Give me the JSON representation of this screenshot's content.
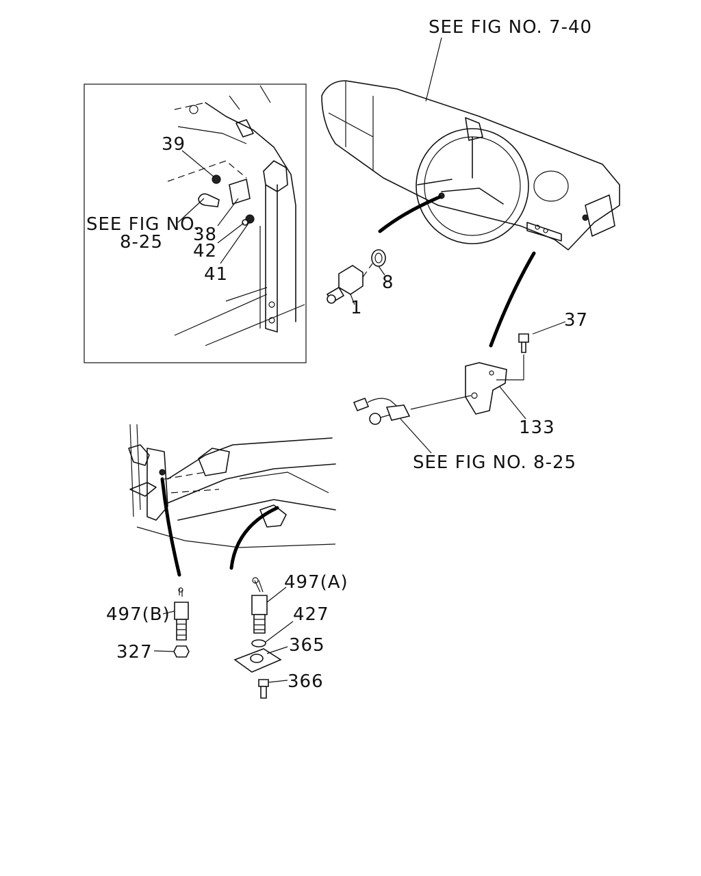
{
  "references": {
    "fig_7_40": "SEE FIG NO. 7-40",
    "fig_8_25_inset_line1": "SEE FIG NO.",
    "fig_8_25_inset_line2": "8-25",
    "fig_8_25_bottom": "SEE FIG NO. 8-25"
  },
  "callouts": {
    "p1": "1",
    "p8": "8",
    "p37": "37",
    "p133": "133",
    "p39": "39",
    "p38": "38",
    "p42": "42",
    "p41": "41",
    "p497b": "497(B)",
    "p497a": "497(A)",
    "p427": "427",
    "p365": "365",
    "p366": "366",
    "p327": "327"
  }
}
